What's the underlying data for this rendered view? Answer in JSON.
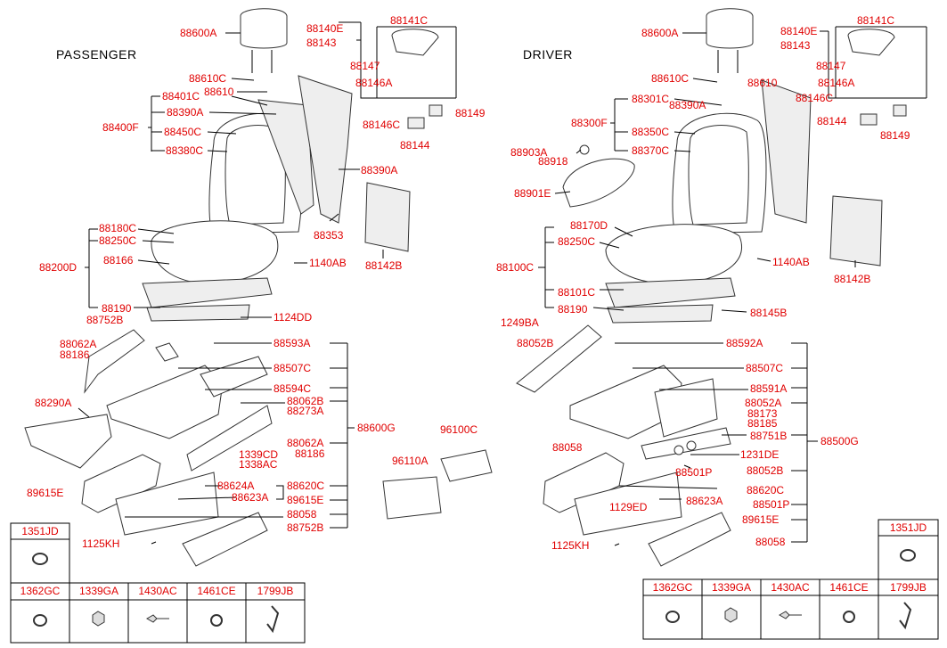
{
  "headers": {
    "passenger": "PASSENGER",
    "driver": "DRIVER"
  },
  "passenger_labels": {
    "l88600A": "88600A",
    "l88140E": "88140E",
    "l88141C": "88141C",
    "l88143": "88143",
    "l88147": "88147",
    "l88146A": "88146A",
    "l88610C": "88610C",
    "l88610": "88610",
    "l88401C": "88401C",
    "l88390A_top": "88390A",
    "l88400F": "88400F",
    "l88450C": "88450C",
    "l88380C": "88380C",
    "l88146C": "88146C",
    "l88149": "88149",
    "l88144": "88144",
    "l88390A": "88390A",
    "l88353": "88353",
    "l88142B": "88142B",
    "l88180C": "88180C",
    "l88250C": "88250C",
    "l88200D": "88200D",
    "l88166": "88166",
    "l1140AB": "1140AB",
    "l88190": "88190",
    "l1124DD": "1124DD",
    "l88752B_top": "88752B",
    "l88062A_top": "88062A",
    "l88186_top": "88186",
    "l88593A": "88593A",
    "l88507C": "88507C",
    "l88594C": "88594C",
    "l88062B": "88062B",
    "l88273A": "88273A",
    "l88290A": "88290A",
    "l88600G": "88600G",
    "l88062A": "88062A",
    "l88186": "88186",
    "l1339CD": "1339CD",
    "l1338AC": "1338AC",
    "l89615E_left": "89615E",
    "l88624A": "88624A",
    "l88623A": "88623A",
    "l88620C": "88620C",
    "l89615E": "89615E",
    "l88058": "88058",
    "l88752B": "88752B",
    "l1125KH": "1125KH",
    "l96100C": "96100C",
    "l96110A": "96110A"
  },
  "driver_labels": {
    "l88600A": "88600A",
    "l88140E": "88140E",
    "l88141C": "88141C",
    "l88143": "88143",
    "l88147": "88147",
    "l88146A": "88146A",
    "l88610C": "88610C",
    "l88610": "88610",
    "l88301C": "88301C",
    "l88390A": "88390A",
    "l88146C": "88146C",
    "l88300F": "88300F",
    "l88350C": "88350C",
    "l88370C": "88370C",
    "l88144": "88144",
    "l88149": "88149",
    "l88903A": "88903A",
    "l88918": "88918",
    "l88901E": "88901E",
    "l88170D": "88170D",
    "l88250C": "88250C",
    "l88142B": "88142B",
    "l88100C": "88100C",
    "l1140AB": "1140AB",
    "l88101C": "88101C",
    "l88190": "88190",
    "l88145B": "88145B",
    "l1249BA": "1249BA",
    "l88052B_top": "88052B",
    "l88592A": "88592A",
    "l88507C": "88507C",
    "l88591A": "88591A",
    "l88052A": "88052A",
    "l88173": "88173",
    "l88185": "88185",
    "l88751B": "88751B",
    "l88500G": "88500G",
    "l88058_top": "88058",
    "l1231DE": "1231DE",
    "l88501P_top": "88501P",
    "l88052B": "88052B",
    "l88620C": "88620C",
    "l1129ED": "1129ED",
    "l88623A": "88623A",
    "l88501P": "88501P",
    "l89615E": "89615E",
    "l1125KH": "1125KH",
    "l88058": "88058"
  },
  "hardware_left": {
    "single": "1351JD",
    "row": [
      "1362GC",
      "1339GA",
      "1430AC",
      "1461CE",
      "1799JB"
    ]
  },
  "hardware_right": {
    "single": "1351JD",
    "row": [
      "1362GC",
      "1339GA",
      "1430AC",
      "1461CE",
      "1799JB"
    ]
  },
  "colors": {
    "label": "#e00000",
    "line": "#000000",
    "header": "#000000"
  }
}
